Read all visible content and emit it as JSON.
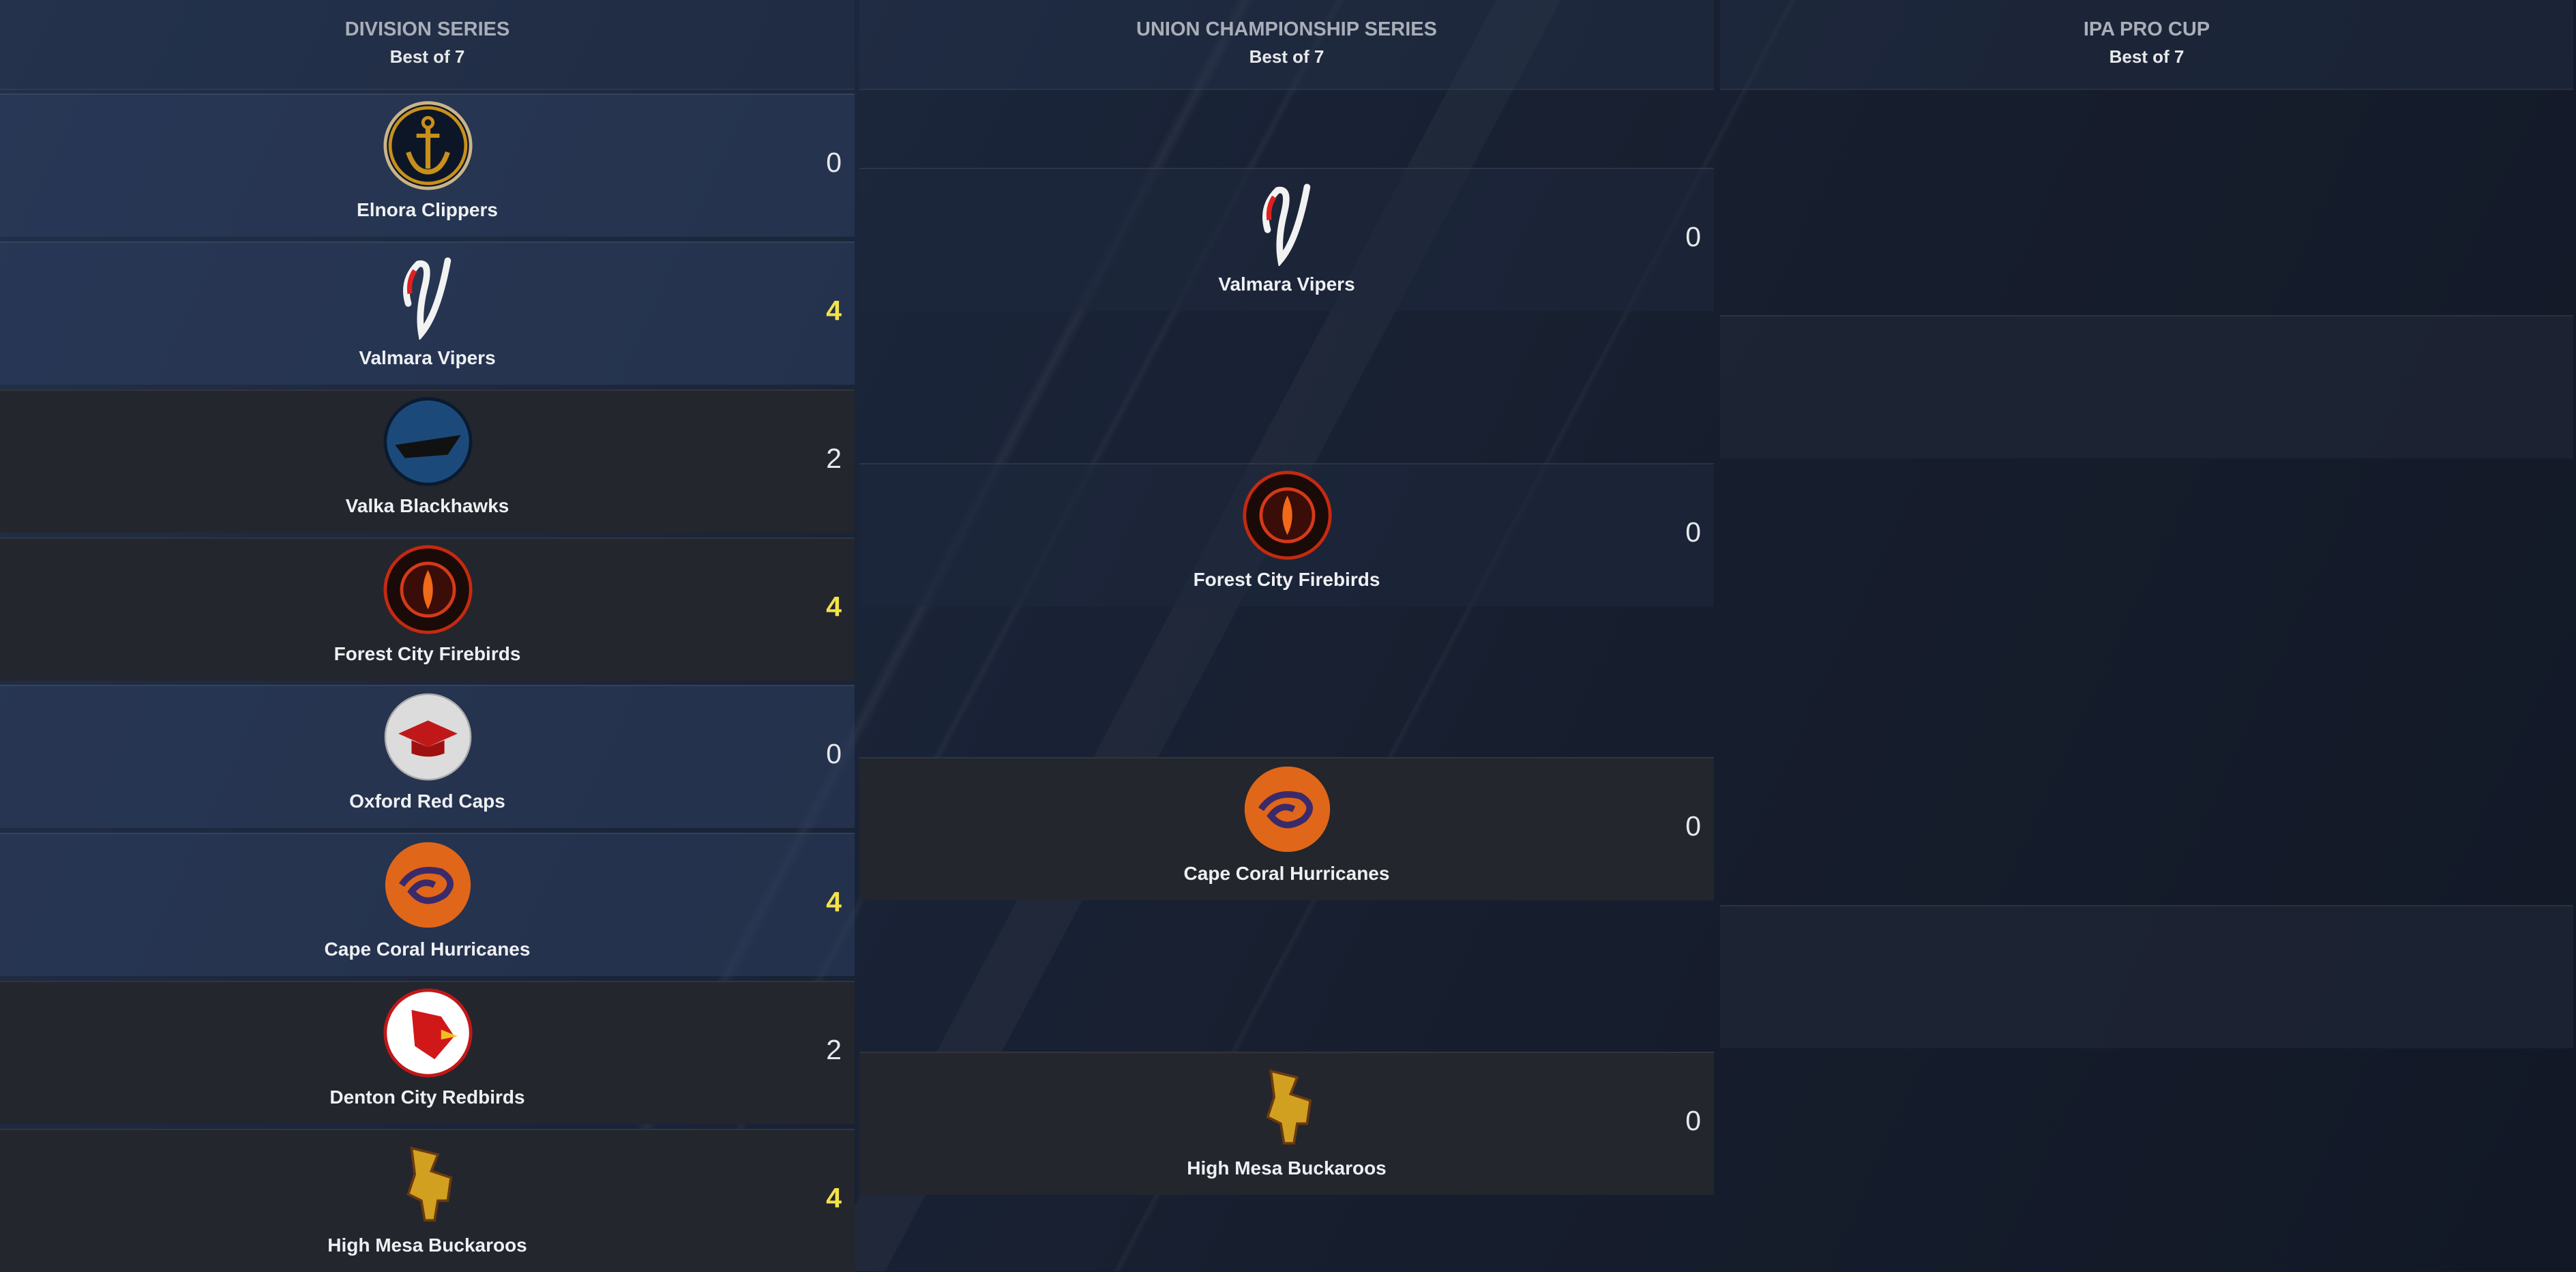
{
  "rounds": [
    {
      "title": "DIVISION SERIES",
      "subtitle": "Best of 7"
    },
    {
      "title": "UNION CHAMPIONSHIP SERIES",
      "subtitle": "Best of 7"
    },
    {
      "title": "IPA PRO CUP",
      "subtitle": "Best of 7"
    }
  ],
  "division": [
    {
      "team": "Elnora Clippers",
      "score": "0",
      "logo": "anchor-logo"
    },
    {
      "team": "Valmara Vipers",
      "score": "4",
      "logo": "viper-logo"
    },
    {
      "team": "Valka Blackhawks",
      "score": "2",
      "logo": "blackhawk-logo"
    },
    {
      "team": "Forest City Firebirds",
      "score": "4",
      "logo": "firebird-logo"
    },
    {
      "team": "Oxford Red Caps",
      "score": "0",
      "logo": "grad-cap-logo"
    },
    {
      "team": "Cape Coral Hurricanes",
      "score": "4",
      "logo": "hurricane-logo"
    },
    {
      "team": "Denton City Redbirds",
      "score": "2",
      "logo": "redbird-logo"
    },
    {
      "team": "High Mesa Buckaroos",
      "score": "4",
      "logo": "bronco-logo"
    }
  ],
  "union": [
    {
      "team": "Valmara Vipers",
      "score": "0"
    },
    {
      "team": "Forest City Firebirds",
      "score": "0"
    },
    {
      "team": "Cape Coral Hurricanes",
      "score": "0"
    },
    {
      "team": "High Mesa Buckaroos",
      "score": "0"
    }
  ],
  "colors": {
    "winner_score": "#f2e34a",
    "background": "#151c2b"
  }
}
